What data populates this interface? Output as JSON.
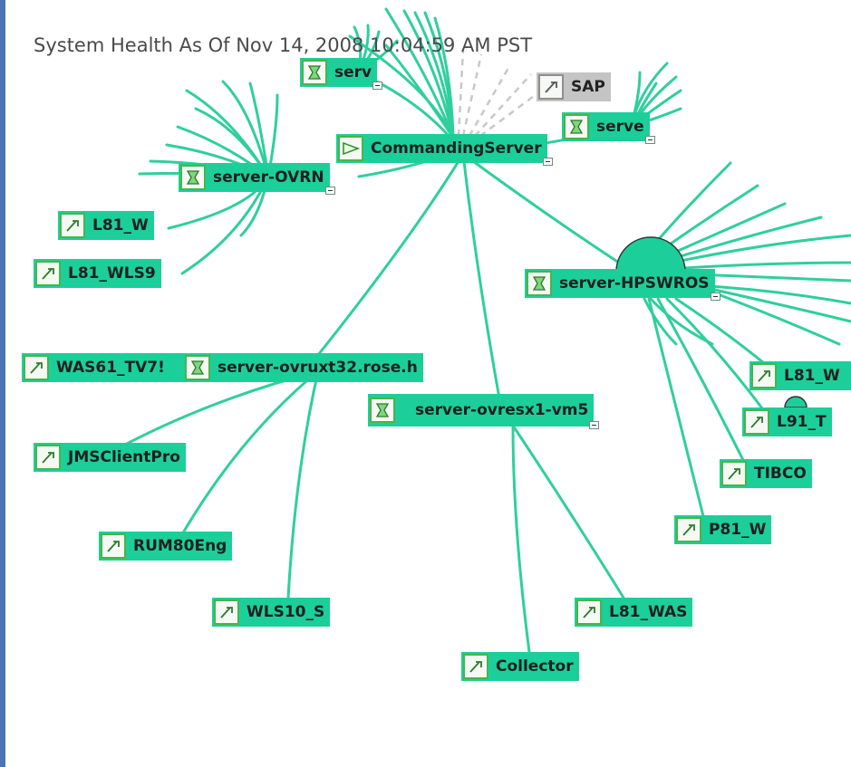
{
  "title": "System Health As Of Nov 14, 2008 10:04:59 AM PST",
  "colors": {
    "node": "#1ccf9a",
    "edge": "#2fcf9c",
    "grey_node": "#c4c4c4",
    "dashed_edge": "#c8c8c8",
    "border": "#4a74b4"
  },
  "nodes": [
    {
      "id": "cs",
      "label": "CommandingServer",
      "icon": "commander-icon"
    },
    {
      "id": "serv",
      "label": "serv",
      "icon": "server-icon"
    },
    {
      "id": "sap",
      "label": "SAP",
      "icon": "probe-icon"
    },
    {
      "id": "serve",
      "label": "serve",
      "icon": "server-icon"
    },
    {
      "id": "ovrn",
      "label": "server-OVRN",
      "icon": "server-icon"
    },
    {
      "id": "l81w",
      "label": "L81_W",
      "icon": "probe-icon"
    },
    {
      "id": "l81wls9",
      "label": "L81_WLS9",
      "icon": "probe-icon"
    },
    {
      "id": "hpswros",
      "label": "server-HPSWROS",
      "icon": "server-icon"
    },
    {
      "id": "was61",
      "label": "WAS61_TV7!",
      "icon": "probe-icon"
    },
    {
      "id": "ovruxt",
      "label": "server-ovruxt32.rose.h",
      "icon": "server-icon"
    },
    {
      "id": "ovresx",
      "label": "server-ovresx1-vm5",
      "icon": "server-icon"
    },
    {
      "id": "l81w2",
      "label": "L81_W",
      "icon": "probe-icon"
    },
    {
      "id": "l91t",
      "label": "L91_T",
      "icon": "probe-icon"
    },
    {
      "id": "tibco",
      "label": "TIBCO",
      "icon": "probe-icon"
    },
    {
      "id": "p81w",
      "label": "P81_W",
      "icon": "probe-icon"
    },
    {
      "id": "jms",
      "label": "JMSClientPro",
      "icon": "probe-icon"
    },
    {
      "id": "rum",
      "label": "RUM80Eng",
      "icon": "probe-icon"
    },
    {
      "id": "wls10",
      "label": "WLS10_S",
      "icon": "probe-icon"
    },
    {
      "id": "l81was",
      "label": "L81_WAS",
      "icon": "probe-icon"
    },
    {
      "id": "collector",
      "label": "Collector",
      "icon": "probe-icon"
    }
  ]
}
